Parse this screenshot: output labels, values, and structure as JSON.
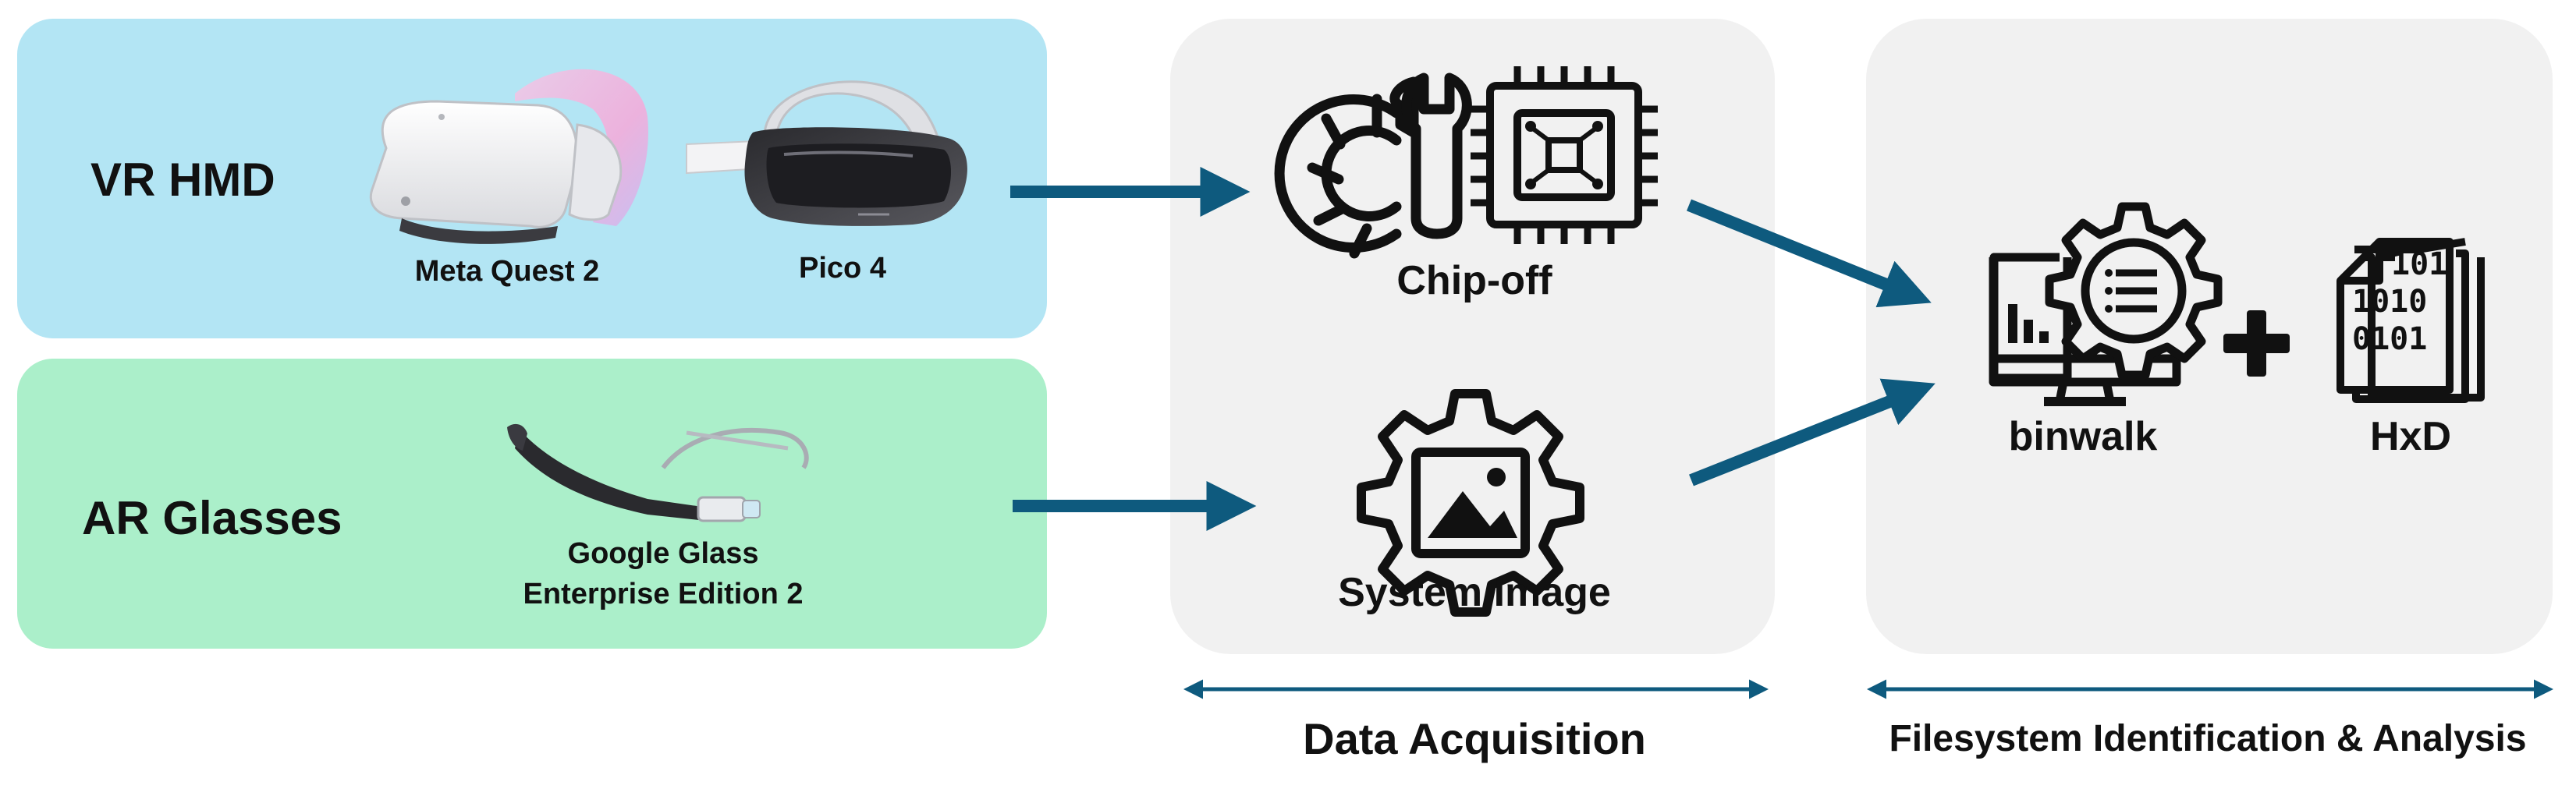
{
  "rows": {
    "vr": {
      "label": "VR HMD",
      "devices": [
        "Meta Quest 2",
        "Pico 4"
      ]
    },
    "ar": {
      "label": "AR Glasses",
      "device_line1": "Google Glass",
      "device_line2": "Enterprise Edition 2"
    }
  },
  "acquisition": {
    "methods": [
      "Chip-off",
      "System Image"
    ],
    "stage_label": "Data Acquisition"
  },
  "analysis": {
    "tools": [
      "binwalk",
      "HxD"
    ],
    "plus_symbol": "+",
    "stage_label": "Filesystem Identification & Analysis"
  },
  "colors": {
    "vr_panel": "#b3e5f4",
    "ar_panel": "#abefca",
    "stage_panel": "#f1f1f1",
    "arrow": "#0e5a7e",
    "icon": "#111111"
  },
  "icons": [
    "gear-wrench-icon",
    "chip-icon",
    "gear-image-icon",
    "monitor-gear-icon",
    "plus-icon",
    "binary-file-icon"
  ]
}
